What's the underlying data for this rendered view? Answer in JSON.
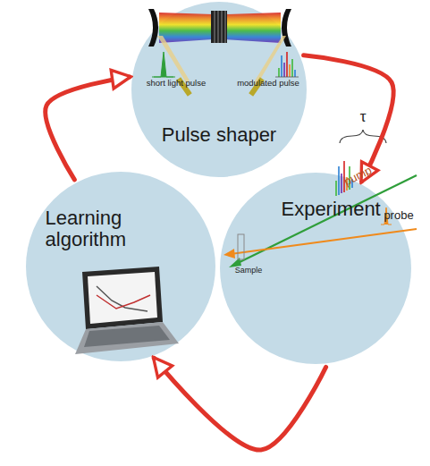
{
  "diagram": {
    "nodes": [
      {
        "text": [
          "Pulse shaper"
        ]
      },
      {
        "text": [
          "Learning algorithm"
        ]
      },
      {
        "text": [
          "Experiment"
        ]
      }
    ],
    "edges": [
      {
        "from": 0,
        "to": 2,
        "arrow": "to"
      },
      {
        "from": 2,
        "to": 1,
        "arrow": "to"
      },
      {
        "from": 1,
        "to": 0,
        "arrow": "to"
      }
    ],
    "labels": [
      "short light pulse",
      "modulated pulse",
      "τ",
      "pump",
      "probe",
      "Sample"
    ]
  }
}
